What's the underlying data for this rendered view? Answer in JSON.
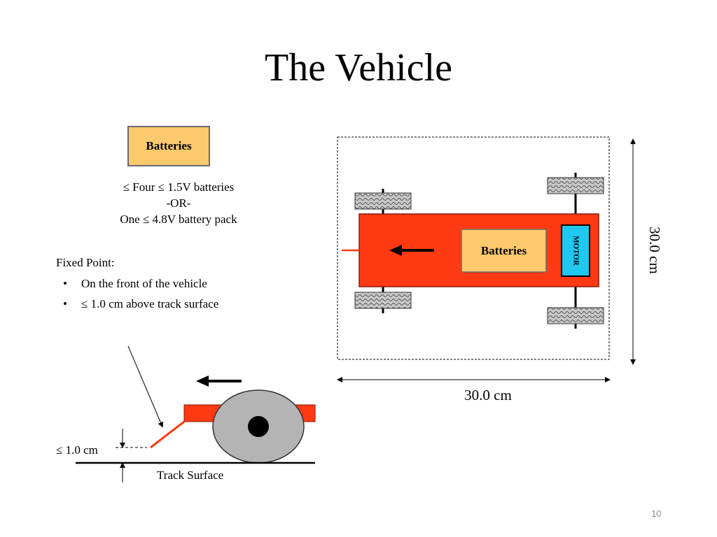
{
  "slide": {
    "title": "The Vehicle",
    "page_number": "10"
  },
  "batteries_box": {
    "label": "Batteries",
    "notes": [
      "≤ Four ≤ 1.5V batteries",
      "-OR-",
      "One ≤ 4.8V battery pack"
    ]
  },
  "fixed_point": {
    "heading": "Fixed Point:",
    "items": [
      "On the front of the vehicle",
      "≤ 1.0 cm above track surface"
    ]
  },
  "top_view": {
    "batteries_label": "Batteries",
    "motor_label": "MOTOR",
    "width_label": "30.0 cm",
    "height_label": "30.0 cm"
  },
  "side_view": {
    "height_label": "≤ 1.0 cm",
    "surface_label": "Track Surface"
  },
  "colors": {
    "chassis": "#ff3a12",
    "battery": "#fcc96c",
    "motor": "#1ec8f0",
    "wheel": "#b4b4b4"
  }
}
